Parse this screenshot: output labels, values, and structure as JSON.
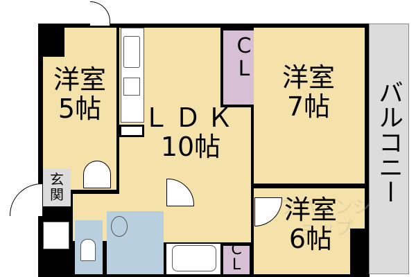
{
  "rooms": {
    "western5": {
      "name": "洋室",
      "size": "5帖"
    },
    "ldk": {
      "name": "ＬＤＫ",
      "size": "10帖"
    },
    "western7": {
      "name": "洋室",
      "size": "7帖"
    },
    "western6": {
      "name": "洋室",
      "size": "6帖"
    },
    "closet_top": {
      "line1": "C",
      "line2": "L"
    },
    "closet_bottom": {
      "line1": "C",
      "line2": "L"
    },
    "entrance": {
      "line1": "玄",
      "line2": "関"
    },
    "balcony": "バルコニー"
  },
  "watermark": "アパマンショップ",
  "colors": {
    "room": "#f4e2aa",
    "closet": "#d7bfd5",
    "wet": "#b8cfe0",
    "balcony": "#dcdcdc"
  }
}
